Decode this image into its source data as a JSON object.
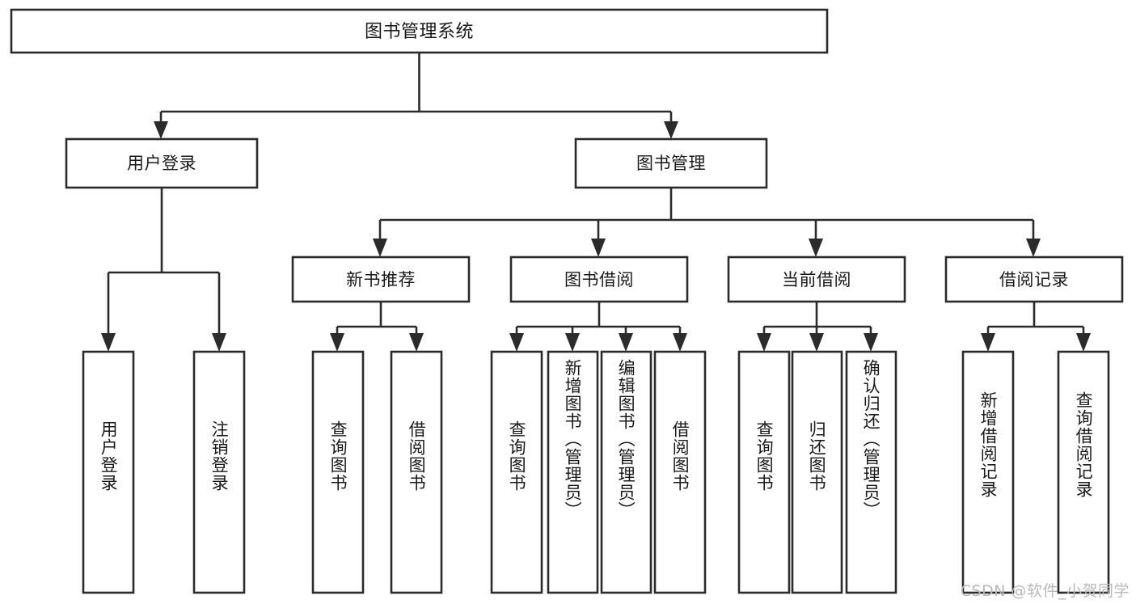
{
  "diagram": {
    "kind": "tree-hierarchy-diagram",
    "title": "图书管理系统",
    "background_color": "#ffffff",
    "line_color": "#2b2b2b",
    "text_color": "#1a1a1a"
  },
  "root": {
    "label": "图书管理系统"
  },
  "level2": [
    {
      "id": "user-login",
      "label": "用户登录"
    },
    {
      "id": "book-management",
      "label": "图书管理"
    }
  ],
  "level3": [
    {
      "id": "new-book-recommend",
      "label": "新书推荐",
      "parent": "book-management"
    },
    {
      "id": "book-borrow",
      "label": "图书借阅",
      "parent": "book-management"
    },
    {
      "id": "current-borrow",
      "label": "当前借阅",
      "parent": "book-management"
    },
    {
      "id": "borrow-record",
      "label": "借阅记录",
      "parent": "book-management"
    }
  ],
  "leaves": {
    "user_login": [
      {
        "id": "leaf-user-login",
        "label": "用户登录"
      },
      {
        "id": "leaf-user-logout",
        "label": "注销登录"
      }
    ],
    "new_book_recommend": [
      {
        "id": "leaf-query-book-1",
        "label": "查询图书"
      },
      {
        "id": "leaf-borrow-book-1",
        "label": "借阅图书"
      }
    ],
    "book_borrow": [
      {
        "id": "leaf-query-book-2",
        "label": "查询图书"
      },
      {
        "id": "leaf-add-book",
        "label": "新增图书（管理员）"
      },
      {
        "id": "leaf-edit-book",
        "label": "编辑图书（管理员）"
      },
      {
        "id": "leaf-borrow-book-2",
        "label": "借阅图书"
      }
    ],
    "current_borrow": [
      {
        "id": "leaf-query-book-3",
        "label": "查询图书"
      },
      {
        "id": "leaf-return-book",
        "label": "归还图书"
      },
      {
        "id": "leaf-confirm-return",
        "label": "确认归还（管理员）"
      }
    ],
    "borrow_record": [
      {
        "id": "leaf-add-record",
        "label": "新增借阅记录"
      },
      {
        "id": "leaf-query-record",
        "label": "查询借阅记录"
      }
    ]
  },
  "watermark": {
    "text": "CSDN @软件_小贺同学"
  }
}
